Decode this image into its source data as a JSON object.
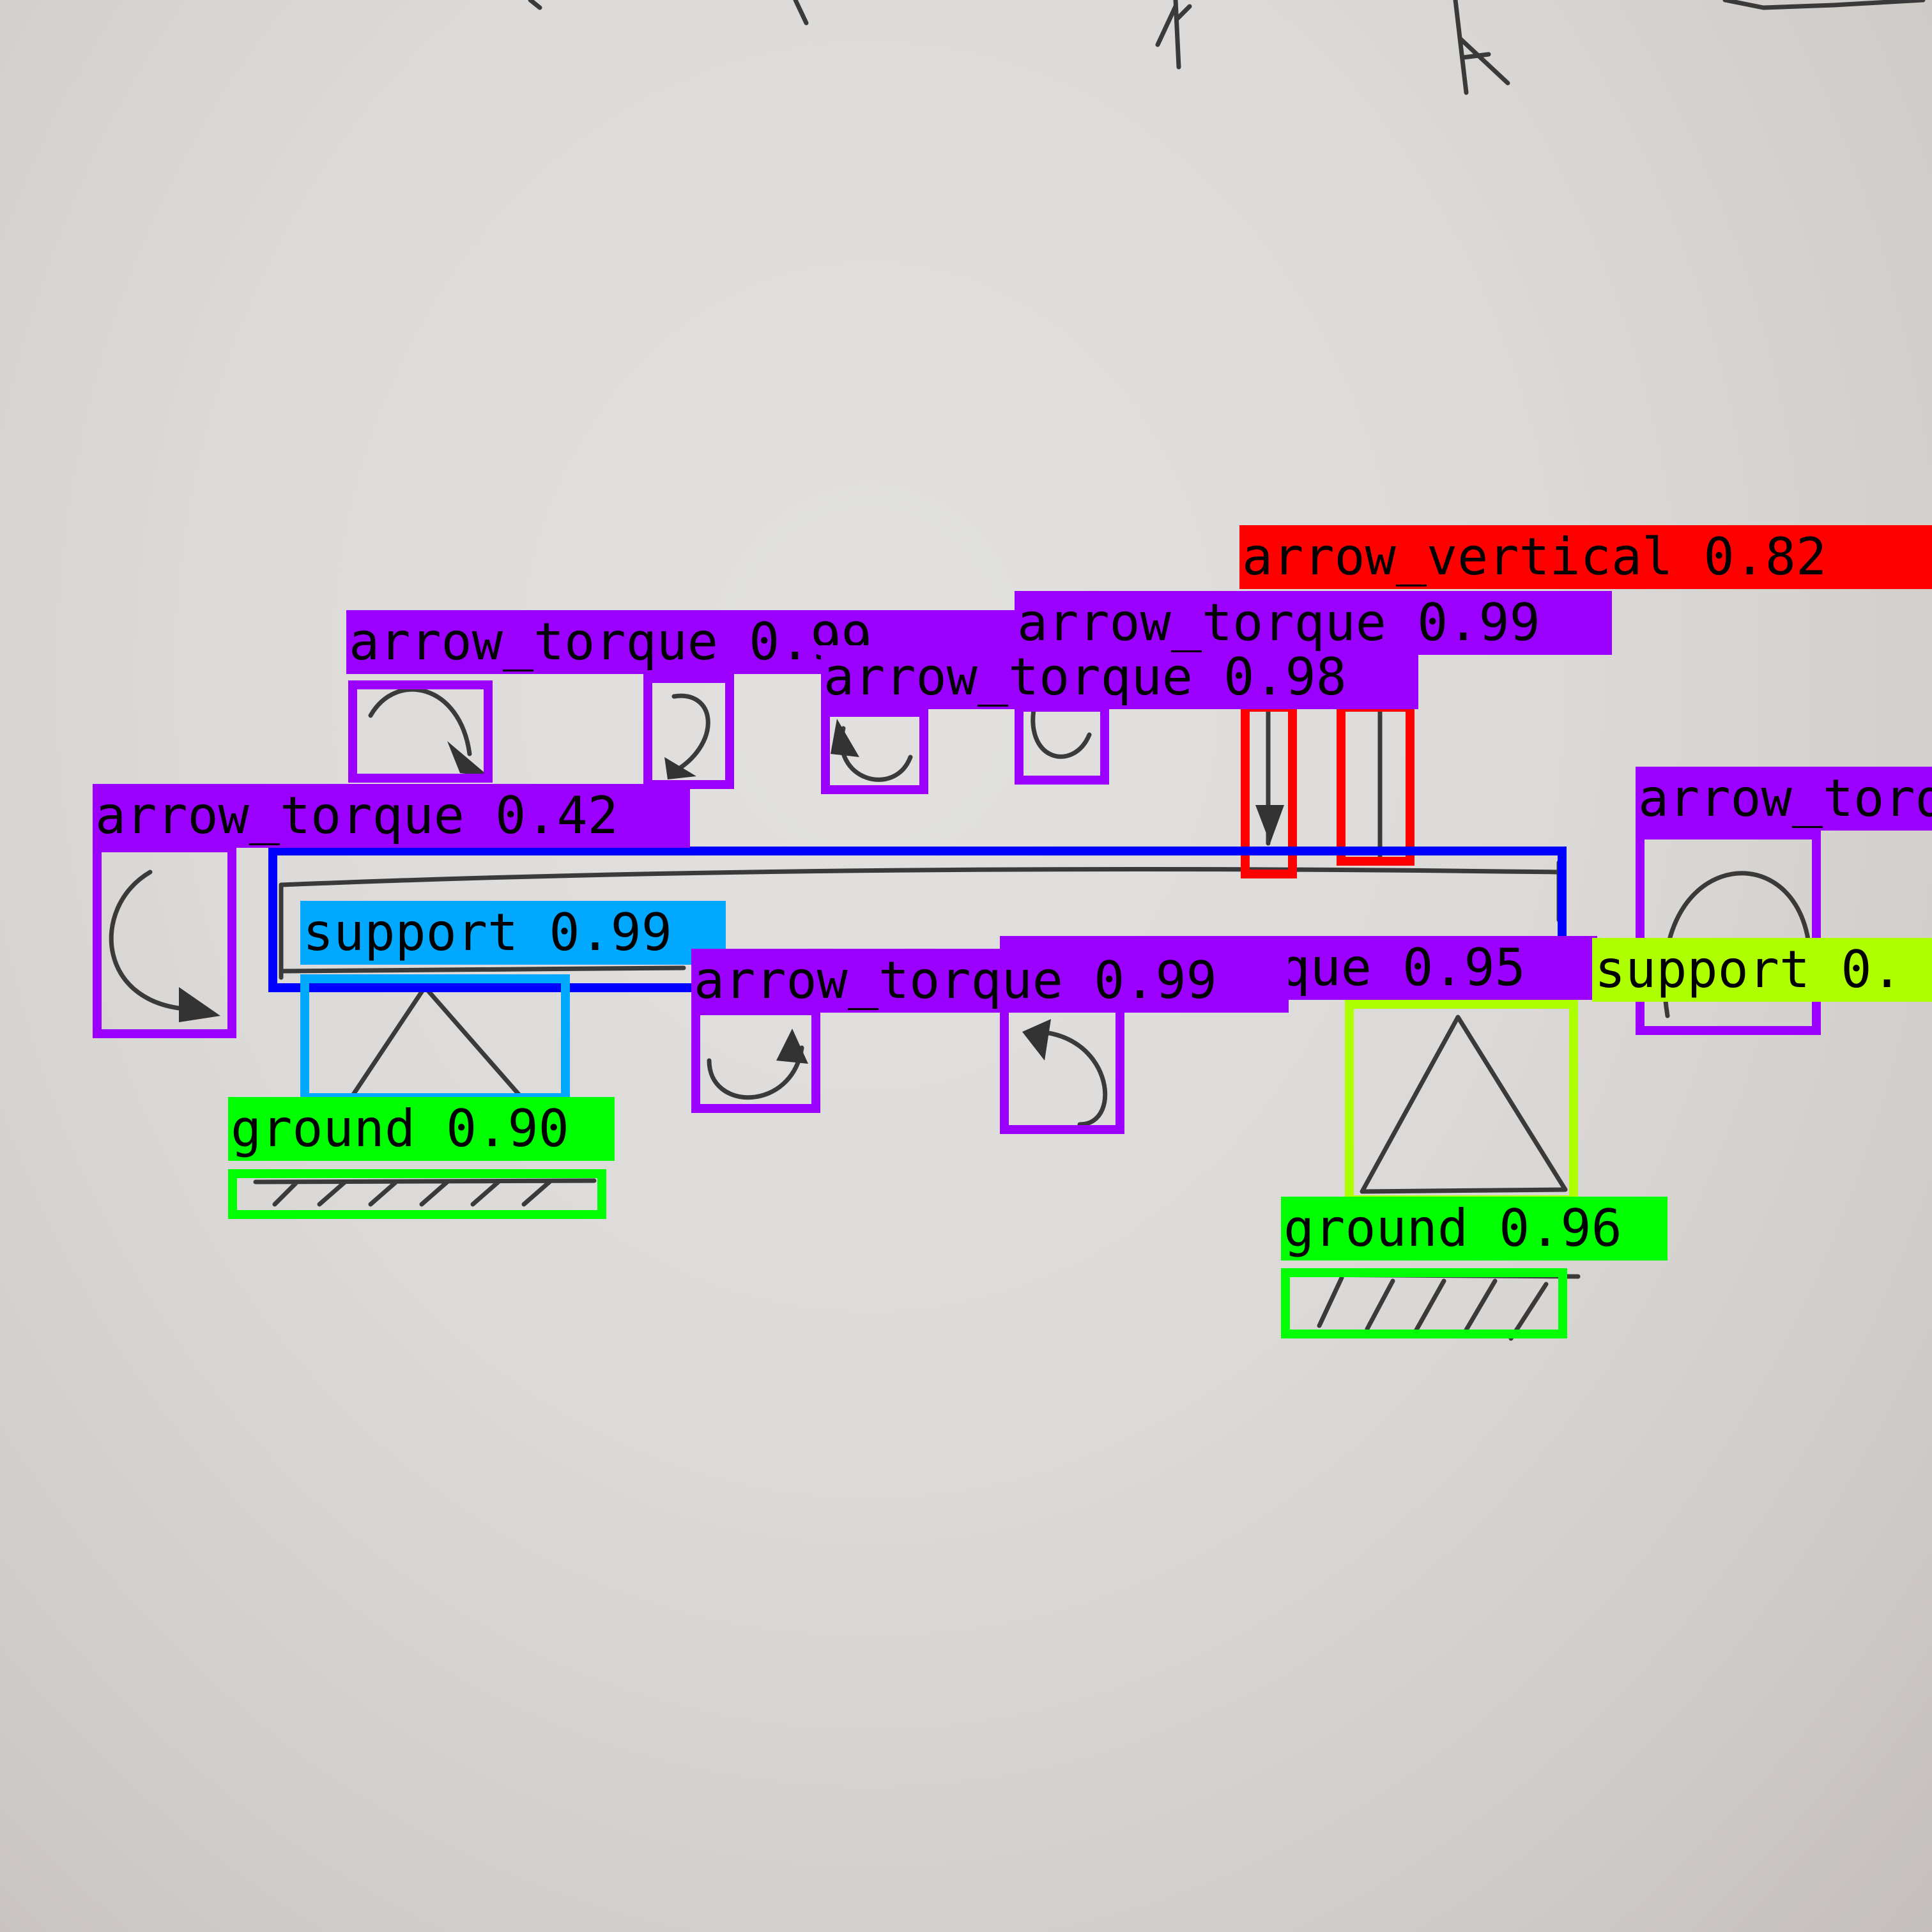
{
  "colors": {
    "arrow_torque": "#9B00FF",
    "arrow_vertical": "#FF0000",
    "beam": "#0000FF",
    "support_left": "#00A8FF",
    "support_right": "#AEFF00",
    "ground": "#00FF00"
  },
  "detections": [
    {
      "id": "arrow-vertical",
      "text": "arrow_vertical 0.82",
      "kind": "arrow_vertical"
    },
    {
      "id": "arrow-torque-top-right",
      "text": "arrow_torque 0.99",
      "kind": "arrow_torque"
    },
    {
      "id": "arrow-torque-top-left",
      "text": "arrow_torque 0.99",
      "kind": "arrow_torque"
    },
    {
      "id": "arrow-torque-top-middle",
      "text": "arrow_torque 0.98",
      "kind": "arrow_torque"
    },
    {
      "id": "arrow-torque-left",
      "text": "arrow_torque 0.42",
      "kind": "arrow_torque"
    },
    {
      "id": "arrow-torque-far-right",
      "text": "arrow_torque",
      "kind": "arrow_torque"
    },
    {
      "id": "support-left",
      "text": "support 0.99",
      "kind": "support_left"
    },
    {
      "id": "arrow-torque-bottom-middle",
      "text": "arrow_torque 0.99",
      "kind": "arrow_torque"
    },
    {
      "id": "arrow-torque-bottom-right",
      "text": "arrow_torque 0.95",
      "kind": "arrow_torque"
    },
    {
      "id": "support-right",
      "text": "support 0.",
      "kind": "support_right"
    },
    {
      "id": "ground-left",
      "text": "ground 0.90",
      "kind": "ground"
    },
    {
      "id": "ground-right",
      "text": "ground 0.96",
      "kind": "ground"
    },
    {
      "id": "beam",
      "text": "",
      "kind": "beam"
    }
  ]
}
